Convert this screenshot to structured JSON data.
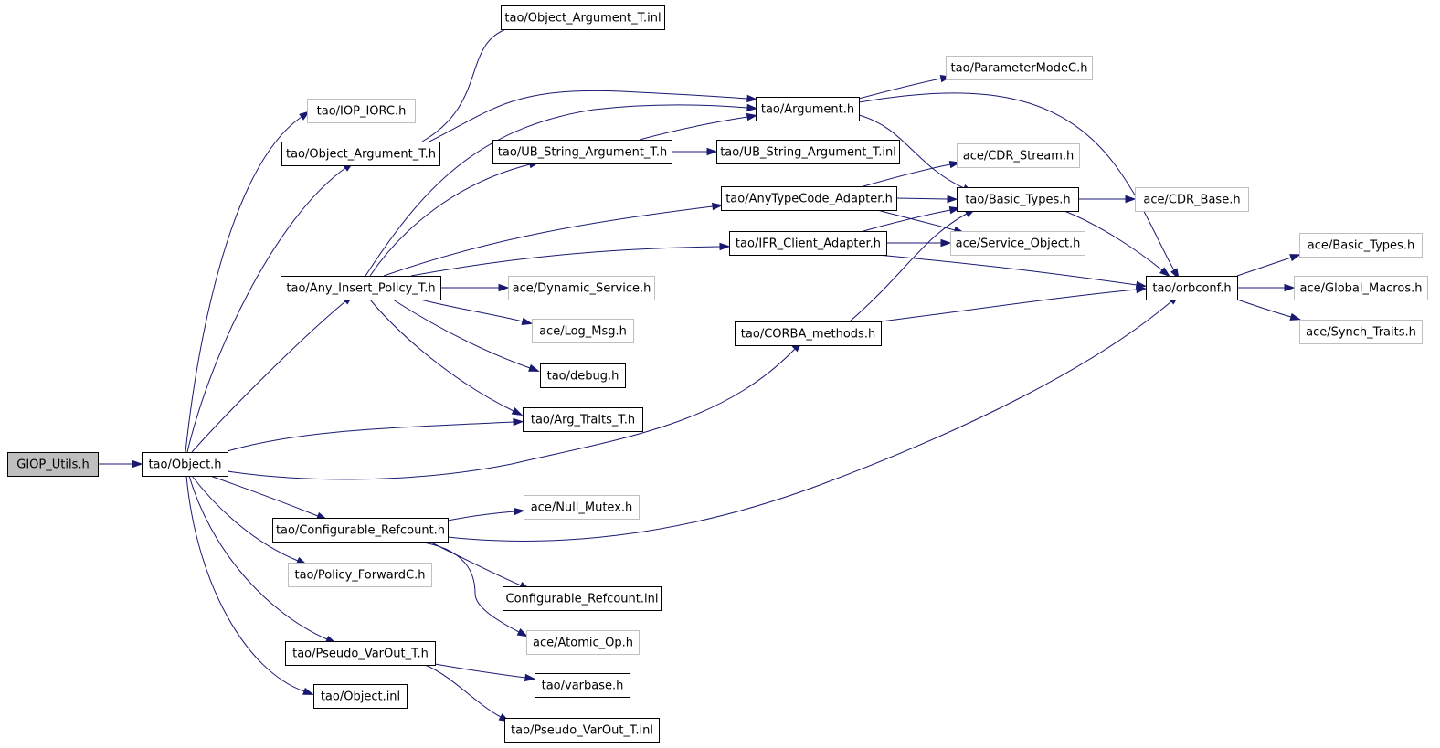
{
  "diagram": {
    "type": "include-dependency-graph",
    "edge_color": "#191970",
    "root_fill": "#bfbfbf",
    "missing_border": "#bfbfbf",
    "nodes": [
      {
        "id": "giop_utils",
        "label": "GIOP_Utils.h",
        "style": "root"
      },
      {
        "id": "tao_object",
        "label": "tao/Object.h",
        "style": "normal"
      },
      {
        "id": "tao_object_argument_t_inl",
        "label": "tao/Object_Argument_T.inl",
        "style": "normal"
      },
      {
        "id": "tao_iop_iorc",
        "label": "tao/IOP_IORC.h",
        "style": "missing"
      },
      {
        "id": "tao_object_argument_t",
        "label": "tao/Object_Argument_T.h",
        "style": "normal"
      },
      {
        "id": "tao_parametermodec",
        "label": "tao/ParameterModeC.h",
        "style": "missing"
      },
      {
        "id": "tao_argument",
        "label": "tao/Argument.h",
        "style": "normal"
      },
      {
        "id": "tao_ub_string_argument_t",
        "label": "tao/UB_String_Argument_T.h",
        "style": "normal"
      },
      {
        "id": "tao_ub_string_argument_t_inl",
        "label": "tao/UB_String_Argument_T.inl",
        "style": "normal"
      },
      {
        "id": "ace_cdr_stream",
        "label": "ace/CDR_Stream.h",
        "style": "missing"
      },
      {
        "id": "tao_anytypecode_adapter",
        "label": "tao/AnyTypeCode_Adapter.h",
        "style": "normal"
      },
      {
        "id": "tao_basic_types",
        "label": "tao/Basic_Types.h",
        "style": "normal"
      },
      {
        "id": "ace_cdr_base",
        "label": "ace/CDR_Base.h",
        "style": "missing"
      },
      {
        "id": "tao_ifr_client_adapter",
        "label": "tao/IFR_Client_Adapter.h",
        "style": "normal"
      },
      {
        "id": "ace_service_object",
        "label": "ace/Service_Object.h",
        "style": "missing"
      },
      {
        "id": "ace_basic_types",
        "label": "ace/Basic_Types.h",
        "style": "missing"
      },
      {
        "id": "tao_any_insert_policy_t",
        "label": "tao/Any_Insert_Policy_T.h",
        "style": "normal"
      },
      {
        "id": "ace_dynamic_service",
        "label": "ace/Dynamic_Service.h",
        "style": "missing"
      },
      {
        "id": "tao_orbconf",
        "label": "tao/orbconf.h",
        "style": "normal"
      },
      {
        "id": "ace_global_macros",
        "label": "ace/Global_Macros.h",
        "style": "missing"
      },
      {
        "id": "ace_log_msg",
        "label": "ace/Log_Msg.h",
        "style": "missing"
      },
      {
        "id": "tao_corba_methods",
        "label": "tao/CORBA_methods.h",
        "style": "normal"
      },
      {
        "id": "ace_synch_traits",
        "label": "ace/Synch_Traits.h",
        "style": "missing"
      },
      {
        "id": "tao_debug",
        "label": "tao/debug.h",
        "style": "normal"
      },
      {
        "id": "tao_arg_traits_t",
        "label": "tao/Arg_Traits_T.h",
        "style": "normal"
      },
      {
        "id": "ace_null_mutex",
        "label": "ace/Null_Mutex.h",
        "style": "missing"
      },
      {
        "id": "tao_configurable_refcount",
        "label": "tao/Configurable_Refcount.h",
        "style": "normal"
      },
      {
        "id": "tao_policy_forwardc",
        "label": "tao/Policy_ForwardC.h",
        "style": "missing"
      },
      {
        "id": "configurable_refcount_inl",
        "label": "Configurable_Refcount.inl",
        "style": "normal"
      },
      {
        "id": "ace_atomic_op",
        "label": "ace/Atomic_Op.h",
        "style": "missing"
      },
      {
        "id": "tao_pseudo_varout_t",
        "label": "tao/Pseudo_VarOut_T.h",
        "style": "normal"
      },
      {
        "id": "tao_varbase",
        "label": "tao/varbase.h",
        "style": "normal"
      },
      {
        "id": "tao_object_inl",
        "label": "tao/Object.inl",
        "style": "normal"
      },
      {
        "id": "tao_pseudo_varout_t_inl",
        "label": "tao/Pseudo_VarOut_T.inl",
        "style": "normal"
      }
    ],
    "edges": [
      {
        "from": "giop_utils",
        "to": "tao_object"
      },
      {
        "from": "tao_object",
        "to": "tao_iop_iorc"
      },
      {
        "from": "tao_object",
        "to": "tao_object_argument_t"
      },
      {
        "from": "tao_object",
        "to": "tao_any_insert_policy_t"
      },
      {
        "from": "tao_object",
        "to": "tao_arg_traits_t"
      },
      {
        "from": "tao_object",
        "to": "tao_corba_methods"
      },
      {
        "from": "tao_object",
        "to": "tao_configurable_refcount"
      },
      {
        "from": "tao_object",
        "to": "tao_policy_forwardc"
      },
      {
        "from": "tao_object",
        "to": "tao_pseudo_varout_t"
      },
      {
        "from": "tao_object",
        "to": "tao_object_inl"
      },
      {
        "from": "tao_object_argument_t",
        "to": "tao_object_argument_t_inl"
      },
      {
        "from": "tao_object_argument_t",
        "to": "tao_argument"
      },
      {
        "from": "tao_argument",
        "to": "tao_parametermodec"
      },
      {
        "from": "tao_argument",
        "to": "tao_basic_types"
      },
      {
        "from": "tao_argument",
        "to": "tao_orbconf"
      },
      {
        "from": "tao_any_insert_policy_t",
        "to": "tao_argument"
      },
      {
        "from": "tao_any_insert_policy_t",
        "to": "tao_ub_string_argument_t"
      },
      {
        "from": "tao_any_insert_policy_t",
        "to": "tao_anytypecode_adapter"
      },
      {
        "from": "tao_any_insert_policy_t",
        "to": "tao_ifr_client_adapter"
      },
      {
        "from": "tao_any_insert_policy_t",
        "to": "ace_dynamic_service"
      },
      {
        "from": "tao_any_insert_policy_t",
        "to": "ace_log_msg"
      },
      {
        "from": "tao_any_insert_policy_t",
        "to": "tao_debug"
      },
      {
        "from": "tao_any_insert_policy_t",
        "to": "tao_arg_traits_t"
      },
      {
        "from": "tao_ub_string_argument_t",
        "to": "tao_argument"
      },
      {
        "from": "tao_ub_string_argument_t",
        "to": "tao_ub_string_argument_t_inl"
      },
      {
        "from": "tao_anytypecode_adapter",
        "to": "ace_cdr_stream"
      },
      {
        "from": "tao_anytypecode_adapter",
        "to": "tao_basic_types"
      },
      {
        "from": "tao_anytypecode_adapter",
        "to": "ace_service_object"
      },
      {
        "from": "tao_ifr_client_adapter",
        "to": "tao_basic_types"
      },
      {
        "from": "tao_ifr_client_adapter",
        "to": "ace_service_object"
      },
      {
        "from": "tao_ifr_client_adapter",
        "to": "tao_orbconf"
      },
      {
        "from": "tao_corba_methods",
        "to": "tao_basic_types"
      },
      {
        "from": "tao_corba_methods",
        "to": "tao_orbconf"
      },
      {
        "from": "tao_basic_types",
        "to": "ace_cdr_base"
      },
      {
        "from": "tao_basic_types",
        "to": "tao_orbconf"
      },
      {
        "from": "tao_orbconf",
        "to": "ace_basic_types"
      },
      {
        "from": "tao_orbconf",
        "to": "ace_global_macros"
      },
      {
        "from": "tao_orbconf",
        "to": "ace_synch_traits"
      },
      {
        "from": "tao_configurable_refcount",
        "to": "ace_null_mutex"
      },
      {
        "from": "tao_configurable_refcount",
        "to": "tao_orbconf"
      },
      {
        "from": "tao_configurable_refcount",
        "to": "configurable_refcount_inl"
      },
      {
        "from": "tao_configurable_refcount",
        "to": "ace_atomic_op"
      },
      {
        "from": "tao_pseudo_varout_t",
        "to": "tao_varbase"
      },
      {
        "from": "tao_pseudo_varout_t",
        "to": "tao_pseudo_varout_t_inl"
      }
    ]
  }
}
